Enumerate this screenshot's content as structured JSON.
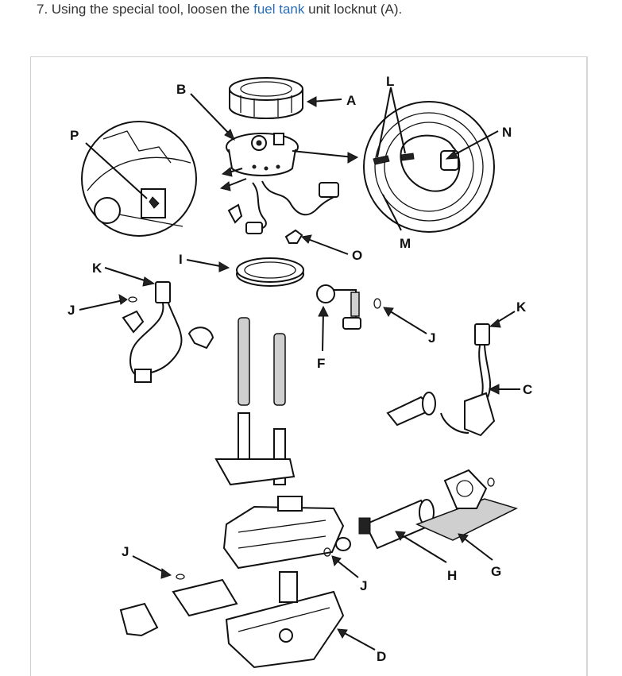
{
  "instruction": {
    "prefix": "7. Using the special tool, loosen the ",
    "link_text": "fuel tank",
    "suffix": " unit locknut (A)."
  },
  "colors": {
    "link": "#2a6db5",
    "line": "#111111",
    "frame_border": "#d0d0d0"
  },
  "labels": {
    "A": "A",
    "B": "B",
    "C": "C",
    "D": "D",
    "F": "F",
    "G": "G",
    "H": "H",
    "I": "I",
    "J1": "J",
    "J2": "J",
    "J3": "J",
    "J4": "J",
    "K1": "K",
    "K2": "K",
    "L": "L",
    "M": "M",
    "N": "N",
    "O": "O",
    "P": "P"
  }
}
